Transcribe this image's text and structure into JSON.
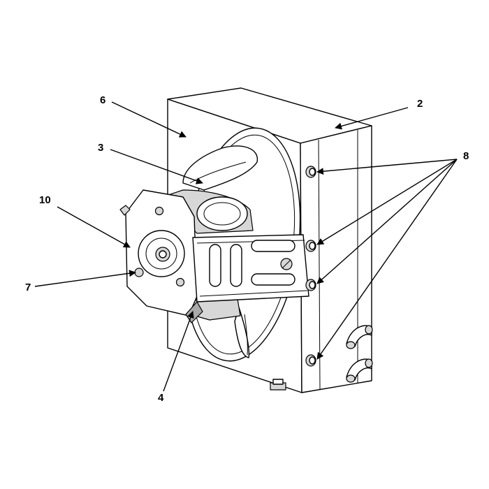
{
  "diagram": {
    "callouts": [
      {
        "id": "c2",
        "label": "2"
      },
      {
        "id": "c3",
        "label": "3"
      },
      {
        "id": "c4",
        "label": "4"
      },
      {
        "id": "c6",
        "label": "6"
      },
      {
        "id": "c7",
        "label": "7"
      },
      {
        "id": "c8",
        "label": "8"
      },
      {
        "id": "c10",
        "label": "10"
      }
    ],
    "colors": {
      "line": "#000000",
      "background": "#ffffff",
      "shade": "#d7d7d7"
    }
  }
}
